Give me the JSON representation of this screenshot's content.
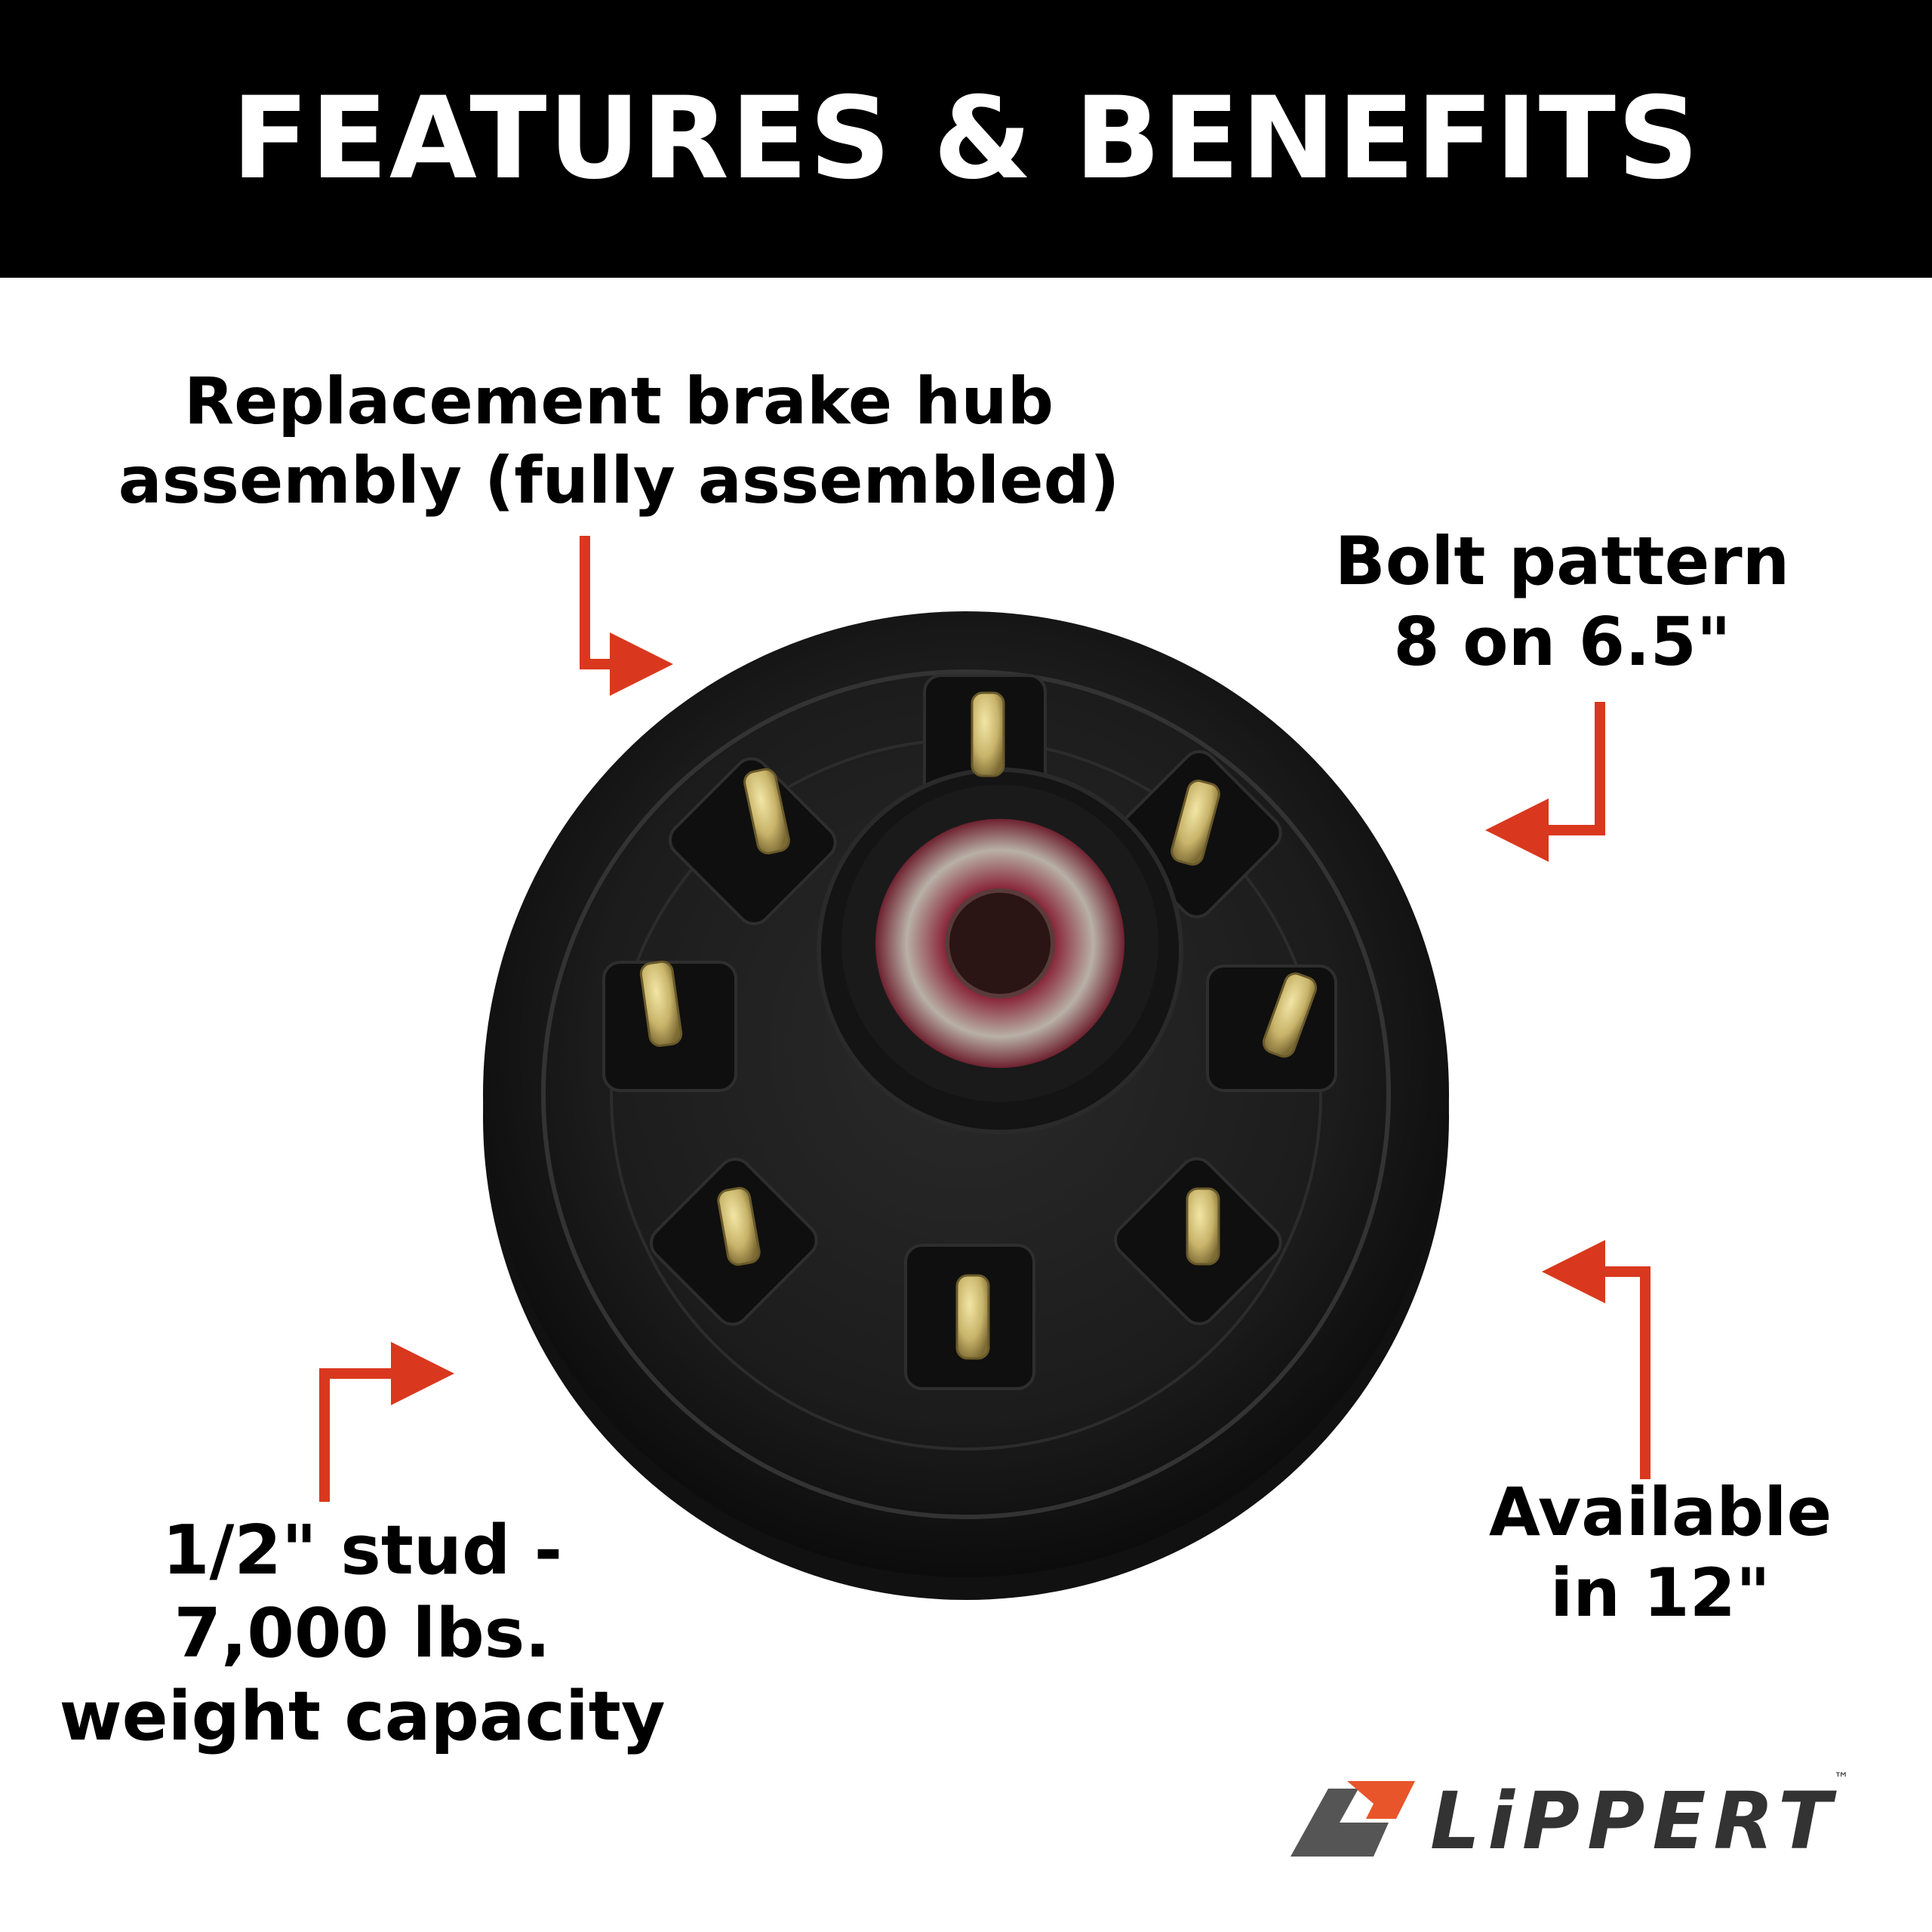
{
  "banner": {
    "title": "FEATURES & BENEFITS"
  },
  "callouts": {
    "replacement": {
      "line1": "Replacement brake hub",
      "line2": "assembly (fully assembled)"
    },
    "bolt_pattern": {
      "line1": "Bolt pattern",
      "line2": "8 on 6.5\""
    },
    "availability": {
      "line1": "Available",
      "line2": "in 12\""
    },
    "stud": {
      "line1": "1/2\" stud -",
      "line2": "7,000 lbs.",
      "line3": "weight capacity"
    }
  },
  "brand": {
    "name": "LiPPERT",
    "trademark": "™"
  },
  "colors": {
    "banner_bg": "#000000",
    "banner_text": "#ffffff",
    "arrow": "#d9381e",
    "logo_orange": "#e8552a",
    "logo_gray": "#555555"
  },
  "icons": {
    "arrows": "arrow-icon",
    "logo_mark": "lippert-logo-mark-icon"
  }
}
